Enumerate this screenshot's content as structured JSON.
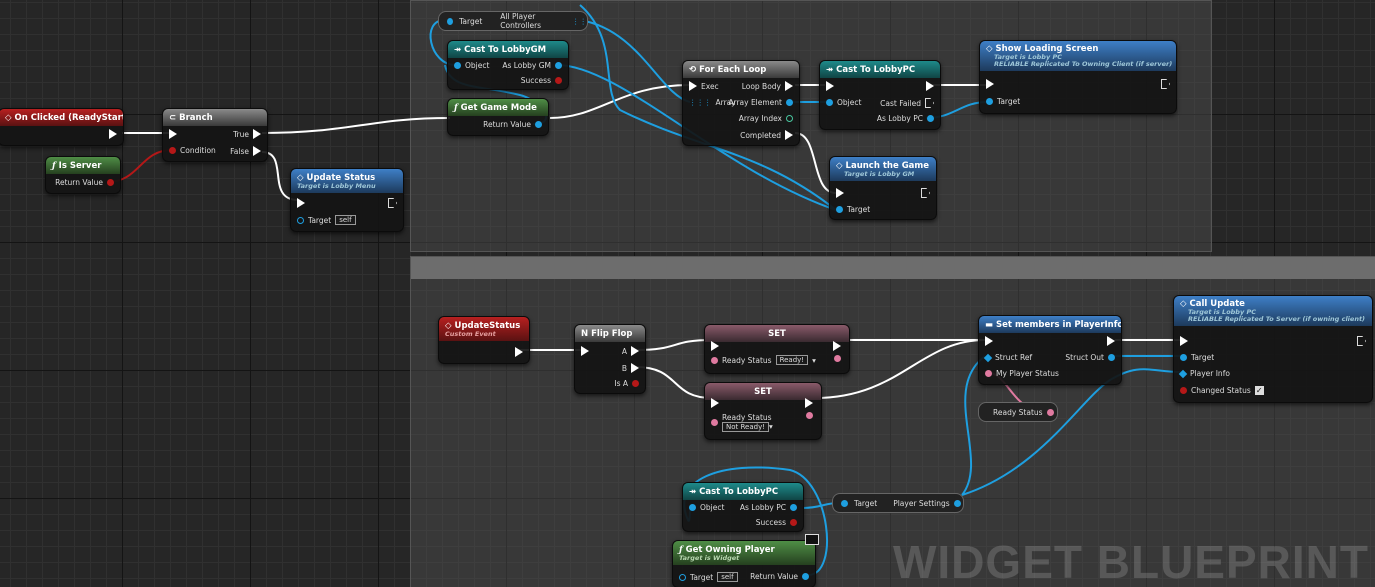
{
  "watermark": "WIDGET BLUEPRINT",
  "colors": {
    "exec": "#ffffff",
    "object": "#1e9fe0",
    "bool": "#b51818",
    "struct": "#e07aa0",
    "int": "#49c7a0"
  },
  "nodes": {
    "on_clicked": {
      "title": "On Clicked (ReadyStart)",
      "icon": "event-diamond-icon"
    },
    "is_server": {
      "title": "Is Server",
      "return": "Return Value"
    },
    "branch": {
      "title": "Branch",
      "condition": "Condition",
      "true": "True",
      "false": "False"
    },
    "update_status_call": {
      "title": "Update Status",
      "subtitle": "Target is Lobby Menu",
      "target": "Target",
      "target_value": "self"
    },
    "target_knot_top": {
      "target": "Target",
      "out": "All Player Controllers"
    },
    "cast_lobby_gm": {
      "title": "Cast To LobbyGM",
      "object": "Object",
      "as": "As Lobby GM",
      "success": "Success"
    },
    "get_game_mode": {
      "title": "Get Game Mode",
      "return": "Return Value"
    },
    "for_each": {
      "title": "For Each Loop",
      "exec": "Exec",
      "array": "Array",
      "loop_body": "Loop Body",
      "element": "Array Element",
      "index": "Array Index",
      "completed": "Completed"
    },
    "cast_lobby_pc_top": {
      "title": "Cast To LobbyPC",
      "object": "Object",
      "failed": "Cast Failed",
      "as": "As Lobby PC"
    },
    "show_loading": {
      "title": "Show Loading Screen",
      "subtitle": "Target is Lobby PC",
      "subtitle2": "RELIABLE Replicated To Owning Client (if server)",
      "target": "Target"
    },
    "launch_game": {
      "title": "Launch the Game",
      "subtitle": "Target is Lobby GM",
      "target": "Target"
    },
    "update_status_event": {
      "title": "UpdateStatus",
      "subtitle": "Custom Event"
    },
    "flip_flop": {
      "title": "Flip Flop",
      "a": "A",
      "b": "B",
      "is_a": "Is A"
    },
    "set_ready": {
      "title": "SET",
      "label": "Ready Status",
      "value": "Ready!"
    },
    "set_not_ready": {
      "title": "SET",
      "label": "Ready Status",
      "value": "Not Ready!"
    },
    "set_members": {
      "title": "Set members in PlayerInfo",
      "struct_ref": "Struct Ref",
      "struct_out": "Struct Out",
      "my_status": "My Player Status"
    },
    "ready_status_knot": {
      "label": "Ready Status"
    },
    "call_update": {
      "title": "Call Update",
      "subtitle": "Target is Lobby PC",
      "subtitle2": "RELIABLE Replicated To Server (if owning client)",
      "target": "Target",
      "player_info": "Player Info",
      "changed": "Changed Status",
      "changed_checked": true
    },
    "cast_lobby_pc_bottom": {
      "title": "Cast To LobbyPC",
      "object": "Object",
      "as": "As Lobby PC",
      "success": "Success"
    },
    "player_settings_knot": {
      "target": "Target",
      "out": "Player Settings"
    },
    "get_owning_player": {
      "title": "Get Owning Player",
      "subtitle": "Target is Widget",
      "target": "Target",
      "target_value": "self",
      "return": "Return Value"
    }
  }
}
